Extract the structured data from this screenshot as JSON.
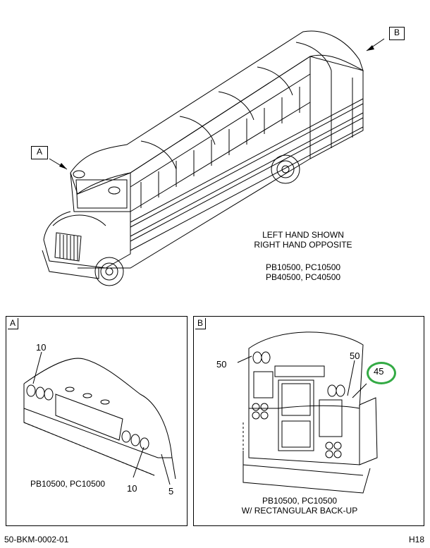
{
  "main_view": {
    "callout_a": "A",
    "callout_b": "B",
    "note_line1": "LEFT HAND SHOWN",
    "note_line2": "RIGHT HAND OPPOSITE",
    "models_line1": "PB10500, PC10500",
    "models_line2": "PB40500, PC40500"
  },
  "detail_a": {
    "label": "A",
    "ref_top": "10",
    "ref_bottom": "10",
    "ref_5": "5",
    "models": "PB10500, PC10500"
  },
  "detail_b": {
    "label": "B",
    "ref_50_left": "50",
    "ref_50_right": "50",
    "ref_45": "45",
    "models_line1": "PB10500, PC10500",
    "models_line2": "W/ RECTANGULAR BACK-UP",
    "highlight_color": "#33aa44"
  },
  "footer": {
    "doc_number": "50-BKM-0002-01",
    "page_code": "H18"
  }
}
